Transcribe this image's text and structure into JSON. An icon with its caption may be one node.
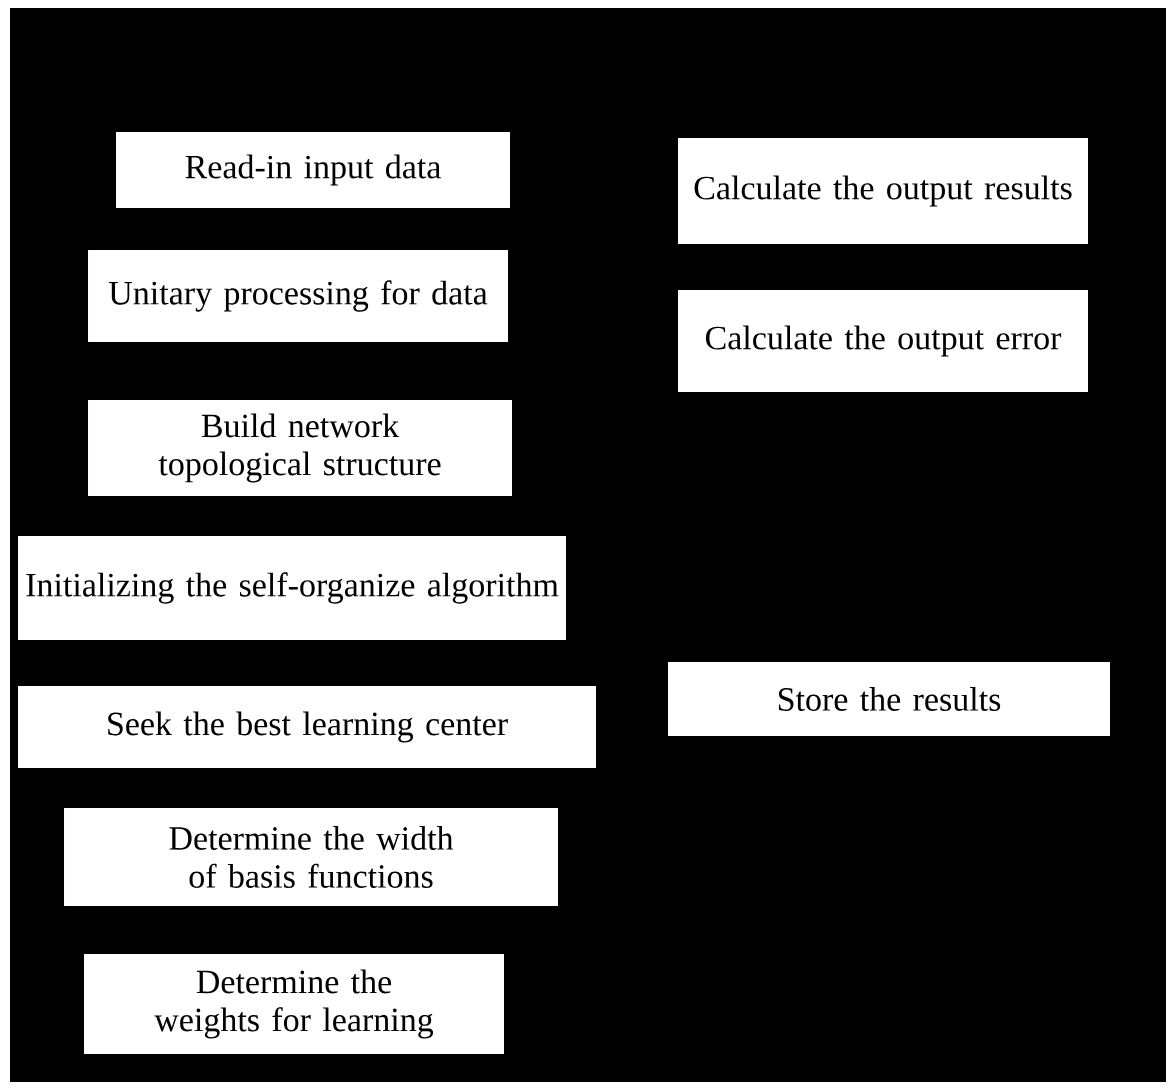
{
  "diagram": {
    "nodes": [
      {
        "text": [
          "Read-in input data"
        ]
      },
      {
        "text": [
          "Unitary processing for data"
        ]
      },
      {
        "text": [
          "Build network topological structure"
        ]
      },
      {
        "text": [
          "Initializing the self-organize algorithm"
        ]
      },
      {
        "text": [
          "Seek the best learning center"
        ]
      },
      {
        "text": [
          "Determine the width of basis functions"
        ]
      },
      {
        "text": [
          "Determine the weights for learning"
        ]
      },
      {
        "text": [
          "Calculate the output results"
        ]
      },
      {
        "text": [
          "Calculate the output error"
        ]
      },
      {
        "text": [
          "Store the results"
        ]
      }
    ]
  }
}
